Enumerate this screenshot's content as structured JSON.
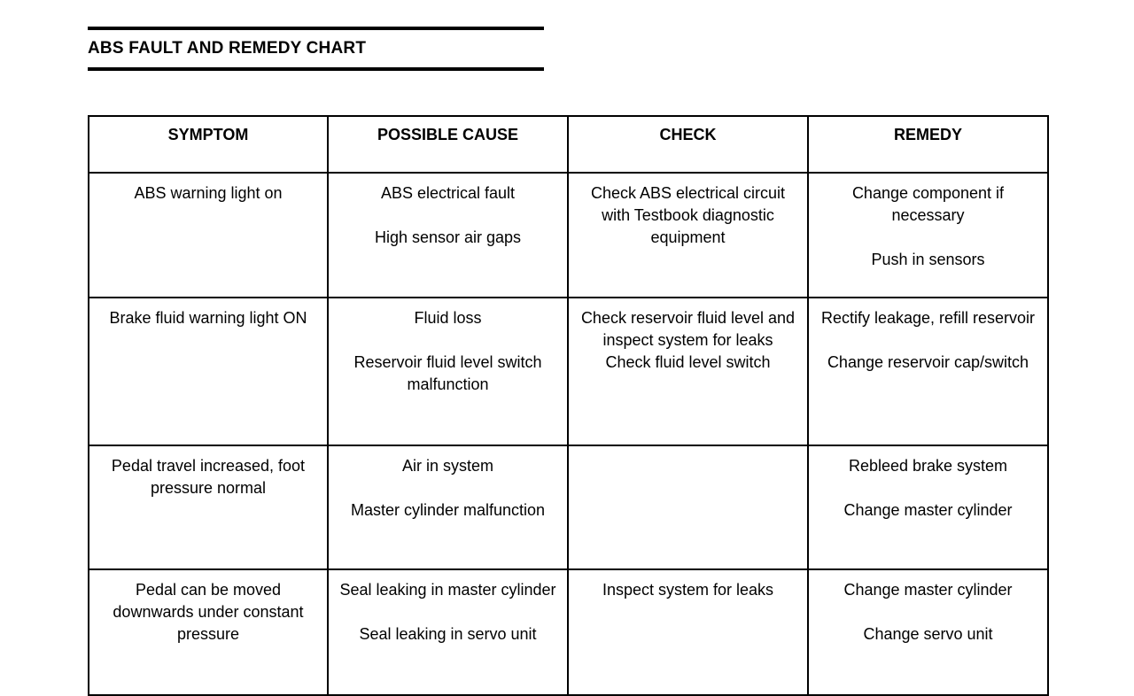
{
  "document": {
    "title": "ABS FAULT AND REMEDY CHART"
  },
  "table": {
    "headers": [
      {
        "label": "SYMPTOM"
      },
      {
        "label": "POSSIBLE CAUSE"
      },
      {
        "label": "CHECK"
      },
      {
        "label": "REMEDY"
      }
    ],
    "rows": [
      {
        "symptom": "ABS warning light on",
        "possible_cause_a": "ABS electrical fault",
        "possible_cause_b": "High sensor air gaps",
        "check_a": "Check ABS electrical circuit with Testbook diagnostic equipment",
        "check_b": "",
        "remedy_a": "Change component if necessary",
        "remedy_b": "Push in sensors"
      },
      {
        "symptom": "Brake fluid warning light ON",
        "possible_cause_a": "Fluid loss",
        "possible_cause_b": "Reservoir fluid level switch malfunction",
        "check_a": "Check reservoir fluid level and inspect system for leaks",
        "check_b": "Check fluid level switch",
        "remedy_a": "Rectify leakage, refill reservoir",
        "remedy_b": "Change reservoir cap/switch"
      },
      {
        "symptom": "Pedal travel increased, foot pressure normal",
        "possible_cause_a": "Air in system",
        "possible_cause_b": "Master cylinder malfunction",
        "check_a": "",
        "check_b": "",
        "remedy_a": "Rebleed brake system",
        "remedy_b": "Change master cylinder"
      },
      {
        "symptom": "Pedal can be moved downwards under constant pressure",
        "possible_cause_a": "Seal leaking in master cylinder",
        "possible_cause_b": "Seal leaking in servo unit",
        "check_a": "Inspect system for leaks",
        "check_b": "",
        "remedy_a": "Change master cylinder",
        "remedy_b": "Change servo unit"
      }
    ]
  },
  "colors": {
    "text": "#000000",
    "border": "#000000",
    "background": "#ffffff"
  }
}
